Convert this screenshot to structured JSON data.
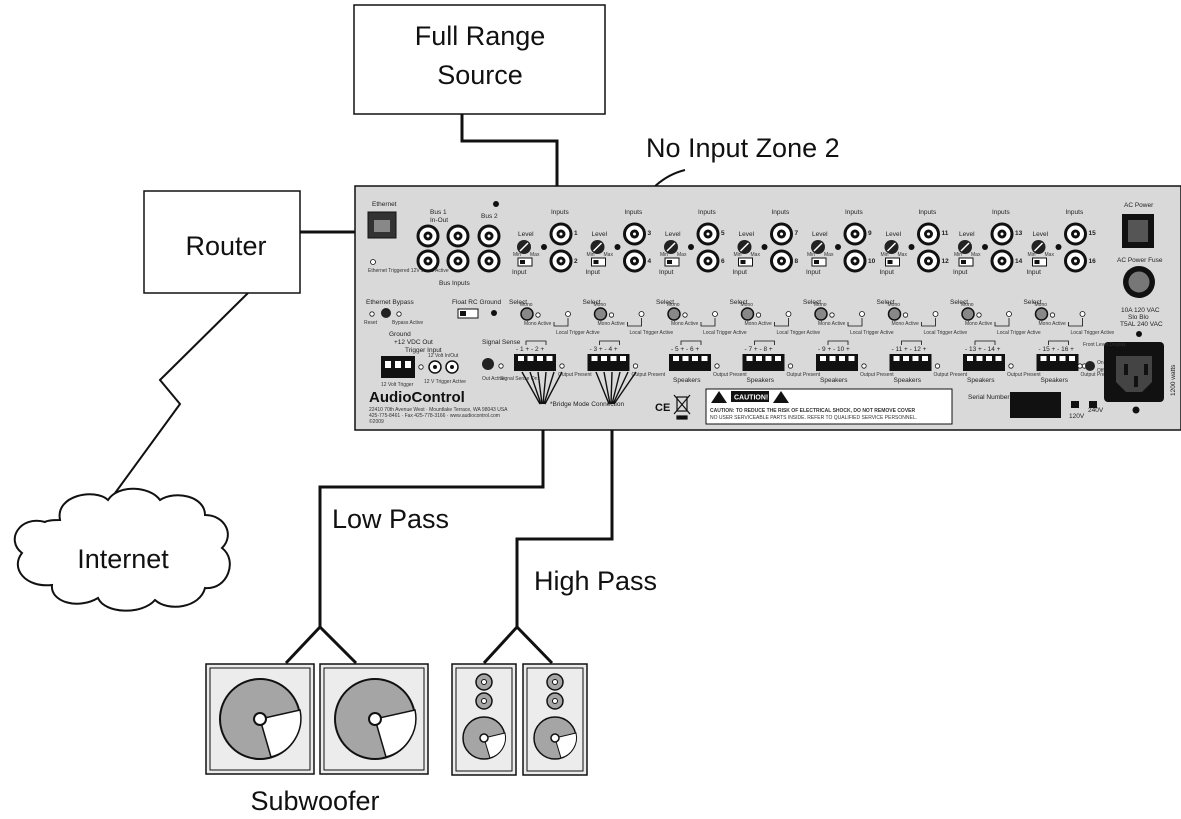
{
  "diagram": {
    "source_label_line1": "Full Range",
    "source_label_line2": "Source",
    "router_label": "Router",
    "internet_label": "Internet",
    "no_input_label": "No Input Zone 2",
    "low_pass_label": "Low Pass",
    "high_pass_label": "High Pass",
    "subwoofer_label": "Subwoofer"
  },
  "panel": {
    "ethernet_label": "Ethernet",
    "ethernet_note": "Ethernet Triggered 12V Jacks Active",
    "bus1_label": "Bus 1",
    "bus1_sub": "In-Out",
    "bus2_label": "Bus 2",
    "bus_inputs_label": "Bus Inputs",
    "inputs_label": "Inputs",
    "input_label": "Input",
    "level_label": "Level",
    "min_label": "Min",
    "max_label": "Max",
    "select_label": "Select",
    "mono_label": "Mono",
    "mono_active_label": "Mono Active",
    "trigger_active_label": "Local Trigger Active",
    "speakers_label": "Speakers",
    "output_present_label": "Output Present",
    "channel_numbers": [
      "1",
      "2",
      "3",
      "4",
      "5",
      "6",
      "7",
      "8",
      "9",
      "10",
      "11",
      "12",
      "13",
      "14",
      "15",
      "16"
    ],
    "zone_speaker_labels": [
      "- 1 + - 2 +",
      "- 3 + - 4 +",
      "- 5 + - 6 +",
      "- 7 + - 8 +",
      "- 9 + - 10 +",
      "- 11 + - 12 +",
      "- 13 + - 14 +",
      "- 15 + - 16 +"
    ],
    "ethernet_bypass_label": "Ethernet Bypass",
    "reset_label": "Reset",
    "bypass_active_label": "Bypass Active",
    "ground_switch_label": "Float  RC  Ground",
    "ground_label": "Ground",
    "vdc_out_label": "+12 VDC Out",
    "trigger_input_label": "Trigger Input",
    "trigger_12v_label": "12 Volt Trigger",
    "inout_12v_label": "12 Volt In/Out",
    "trigger_active2_label": "12 V Trigger Active",
    "signal_sense_label": "Signal Sense",
    "out_active_label": "Out Active",
    "sense_on_label": "Signal Sense On",
    "brand_label": "AudioControl",
    "address_line1": "22410 70th Avenue West · Mountlake Terrace, WA 98043 USA",
    "address_line2": "425-775-8461 · Fax 425-778-3166 · www.audiocontrol.com",
    "year_label": "©2009",
    "bridge_label": "*Bridge Mode Connection",
    "ce_mark": "CE",
    "caution_badge": "CAUTION!",
    "caution_line1": "CAUTION: TO REDUCE THE RISK OF ELECTRICAL SHOCK, DO NOT REMOVE COVER",
    "caution_line2": "NO USER SERVICEABLE PARTS INSIDE. REFER TO QUALIFIED SERVICE PERSONNEL.",
    "serial_label": "Serial Number",
    "v120_label": "120V",
    "v240_label": "240V",
    "ac_power_label": "AC Power",
    "ac_fuse_label": "AC Power Fuse",
    "fuse_line1": "10A 120 VAC",
    "fuse_line2": "Slo Blo",
    "fuse_line3": "T5AL 240 VAC",
    "watts_label": "1200 watts",
    "front_display_label": "Front Level Display",
    "on_label": "On",
    "off_label": "Off"
  }
}
